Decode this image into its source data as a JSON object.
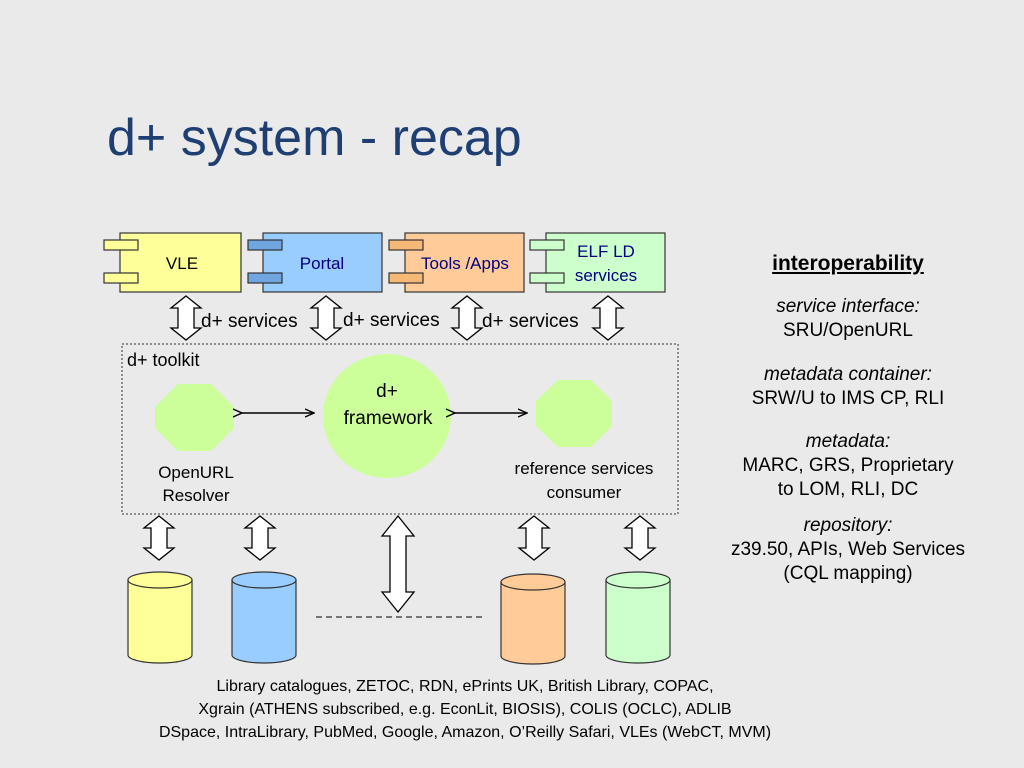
{
  "title": "d+ system - recap",
  "top_components": [
    {
      "label": "VLE",
      "fill": "#ffff99",
      "stroke": "#333333",
      "tab_fill": "#ffff99",
      "text_color": "#000000"
    },
    {
      "label": "Portal",
      "fill": "#99ccff",
      "stroke": "#333333",
      "tab_fill": "#6fa6e0",
      "text_color": "#000080"
    },
    {
      "label": "Tools /Apps",
      "fill": "#ffcc99",
      "stroke": "#333333",
      "tab_fill": "#f5b877",
      "text_color": "#000080"
    },
    {
      "label_lines": [
        "ELF LD",
        "services"
      ],
      "fill": "#ccffcc",
      "stroke": "#333333",
      "tab_fill": "#ccffcc",
      "text_color": "#000080"
    }
  ],
  "service_labels": [
    "d+ services",
    "d+ services",
    "d+ services"
  ],
  "toolkit": {
    "label": "d+ toolkit",
    "framework_lines": [
      "d+",
      "framework"
    ],
    "openurl_lines": [
      "OpenURL",
      "Resolver"
    ],
    "refservices_lines": [
      "reference services",
      "consumer"
    ],
    "shape_fill": "#ccff99"
  },
  "repositories": [
    {
      "fill": "#ffff99"
    },
    {
      "fill": "#99ccff"
    },
    {
      "fill": "#ffcc99"
    },
    {
      "fill": "#ccffcc"
    }
  ],
  "right_panel": {
    "heading": "interoperability",
    "blocks": [
      {
        "label": "service interface:",
        "lines": [
          "SRU/OpenURL"
        ]
      },
      {
        "label": "metadata container:",
        "lines": [
          "SRW/U to IMS CP, RLI"
        ]
      },
      {
        "label": "metadata:",
        "lines": [
          "MARC, GRS, Proprietary",
          "to LOM, RLI, DC"
        ]
      },
      {
        "label": "repository:",
        "lines": [
          "z39.50, APIs, Web Services",
          "(CQL mapping)"
        ]
      }
    ]
  },
  "footer_lines": [
    "Library catalogues, ZETOC, RDN, ePrints UK, British Library, COPAC,",
    "Xgrain (ATHENS subscribed, e.g. EconLit, BIOSIS), COLIS (OCLC), ADLIB",
    "DSpace, IntraLibrary, PubMed, Google, Amazon, O’Reilly Safari, VLEs (WebCT, MVM)"
  ]
}
